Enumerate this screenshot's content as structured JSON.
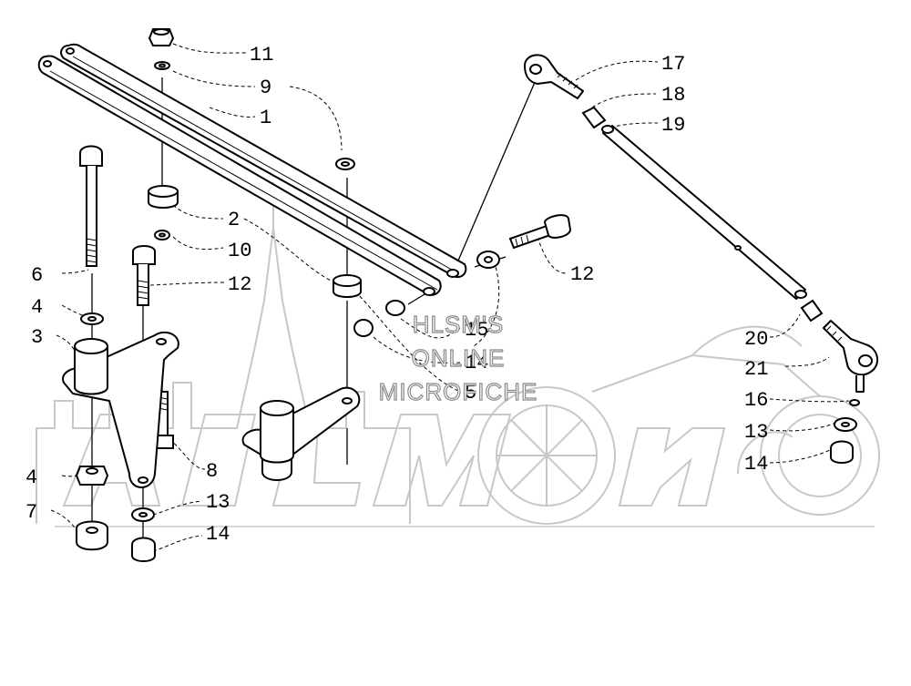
{
  "watermark": {
    "line1": "HLSM'S",
    "line2": "ONLINE",
    "line3": "MICROFICHE"
  },
  "callouts": [
    {
      "id": "c11",
      "label": "11"
    },
    {
      "id": "c9",
      "label": "9"
    },
    {
      "id": "c1",
      "label": "1"
    },
    {
      "id": "c2",
      "label": "2"
    },
    {
      "id": "c10",
      "label": "10"
    },
    {
      "id": "c12a",
      "label": "12"
    },
    {
      "id": "c6",
      "label": "6"
    },
    {
      "id": "c4a",
      "label": "4"
    },
    {
      "id": "c3",
      "label": "3"
    },
    {
      "id": "c8",
      "label": "8"
    },
    {
      "id": "c4b",
      "label": "4"
    },
    {
      "id": "c7",
      "label": "7"
    },
    {
      "id": "c13a",
      "label": "13"
    },
    {
      "id": "c14a",
      "label": "14"
    },
    {
      "id": "c15",
      "label": "15"
    },
    {
      "id": "c14b",
      "label": "14"
    },
    {
      "id": "c5",
      "label": "5"
    },
    {
      "id": "c12b",
      "label": "12"
    },
    {
      "id": "c17",
      "label": "17"
    },
    {
      "id": "c18",
      "label": "18"
    },
    {
      "id": "c19",
      "label": "19"
    },
    {
      "id": "c20",
      "label": "20"
    },
    {
      "id": "c21",
      "label": "21"
    },
    {
      "id": "c16",
      "label": "16"
    },
    {
      "id": "c13b",
      "label": "13"
    },
    {
      "id": "c14c",
      "label": "14"
    }
  ]
}
